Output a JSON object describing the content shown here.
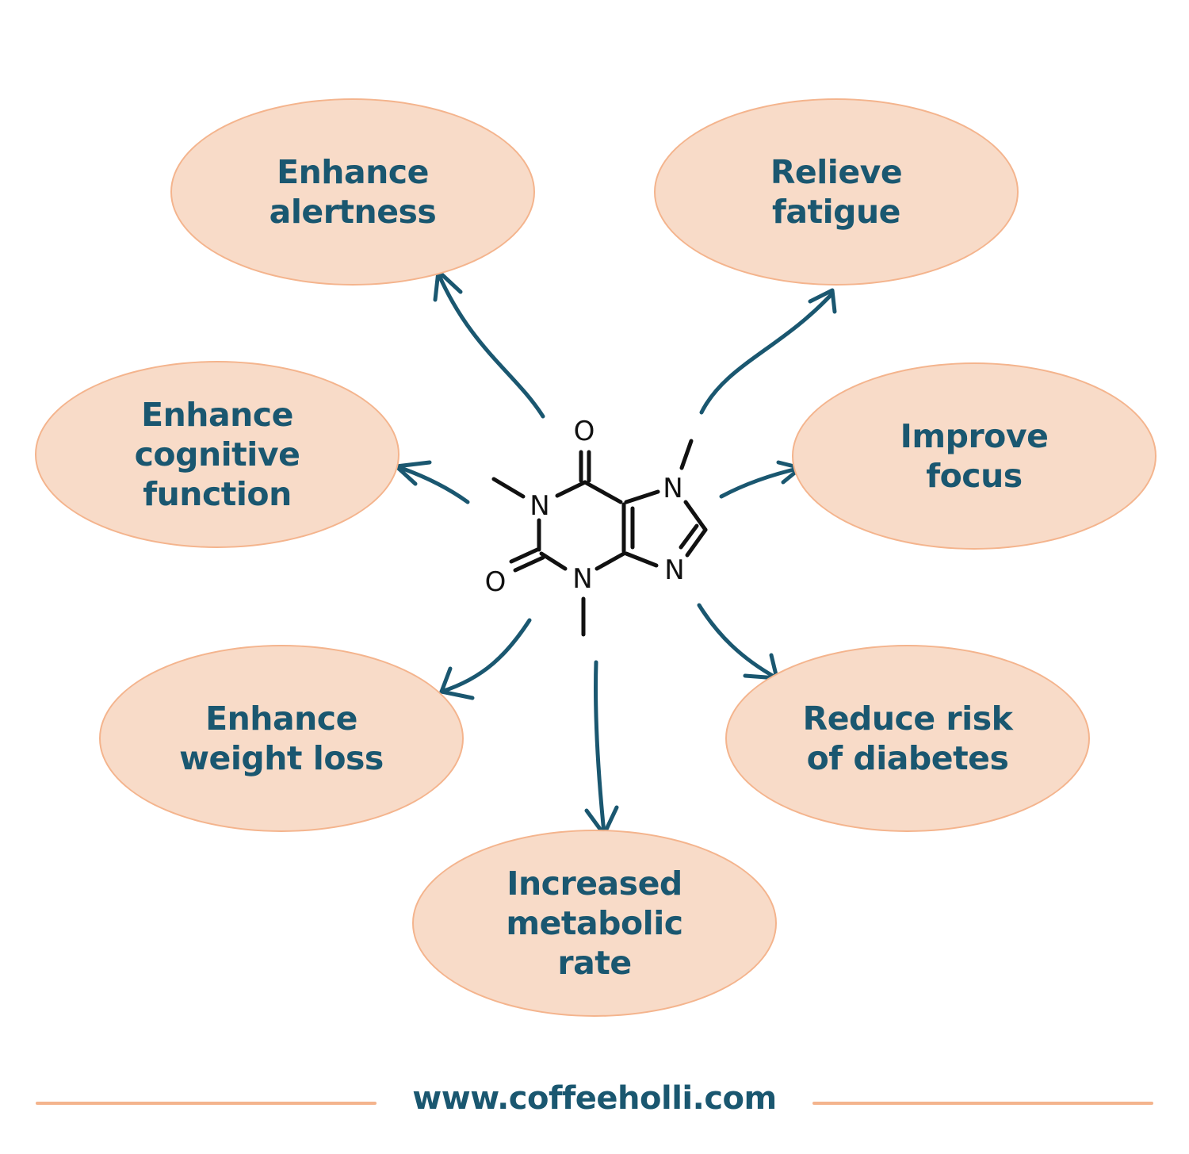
{
  "center": {
    "icon": "caffeine-molecule-icon",
    "atoms": {
      "o_top": "O",
      "o_left": "O",
      "n1": "N",
      "n3": "N",
      "n7": "N",
      "n9": "N"
    }
  },
  "benefits": [
    {
      "id": "enhance-alertness",
      "lines": [
        "Enhance",
        "alertness"
      ]
    },
    {
      "id": "relieve-fatigue",
      "lines": [
        "Relieve",
        "fatigue"
      ]
    },
    {
      "id": "enhance-cognitive-function",
      "lines": [
        "Enhance",
        "cognitive",
        "function"
      ]
    },
    {
      "id": "improve-focus",
      "lines": [
        "Improve",
        "focus"
      ]
    },
    {
      "id": "enhance-weight-loss",
      "lines": [
        "Enhance",
        "weight loss"
      ]
    },
    {
      "id": "reduce-risk-of-diabetes",
      "lines": [
        "Reduce risk",
        "of diabetes"
      ]
    },
    {
      "id": "increased-metabolic-rate",
      "lines": [
        "Increased",
        "metabolic",
        "rate"
      ]
    }
  ],
  "footer": {
    "url": "www.coffeeholli.com"
  },
  "colors": {
    "accent": "#1a5770",
    "bubble_fill": "#f8dbc8",
    "bubble_border": "#f4b48d",
    "molecule": "#111111"
  }
}
